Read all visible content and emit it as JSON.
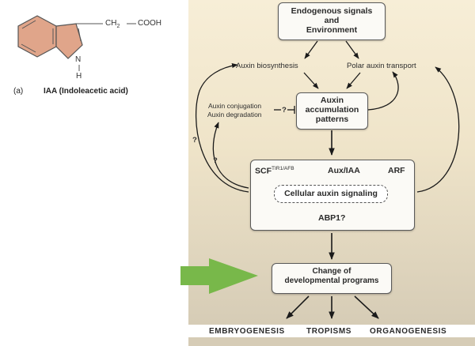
{
  "chemistry": {
    "substituent": "CH",
    "substituent_sub": "2",
    "acid_group": "COOH",
    "nitrogen": "N",
    "hydrogen": "H",
    "panel_label": "(a)",
    "compound_name": "IAA (Indoleacetic acid)",
    "ring_fill": "#e0a58a"
  },
  "diagram": {
    "top_box": [
      "Endogenous signals",
      "and",
      "Environment"
    ],
    "biosynthesis": "Auxin biosynthesis",
    "transport": "Polar auxin transport",
    "conjugation": "Auxin conjugation",
    "degradation": "Auxin degradation",
    "inhibit_q": "?",
    "accumulation_box": [
      "Auxin",
      "accumulation",
      "patterns"
    ],
    "loop_q1": "?",
    "loop_q2": "?",
    "scf": "SCF",
    "scf_sup": "TIR1/AFB",
    "aux_iaa": "Aux/IAA",
    "arf": "ARF",
    "cellular": "Cellular auxin signaling",
    "abp1": "ABP1?",
    "change_box": [
      "Change of",
      "developmental programs"
    ],
    "outcomes": [
      "EMBRYOGENESIS",
      "TROPISMS",
      "ORGANOGENESIS"
    ],
    "highlight_arrow_color": "#78b84a"
  }
}
